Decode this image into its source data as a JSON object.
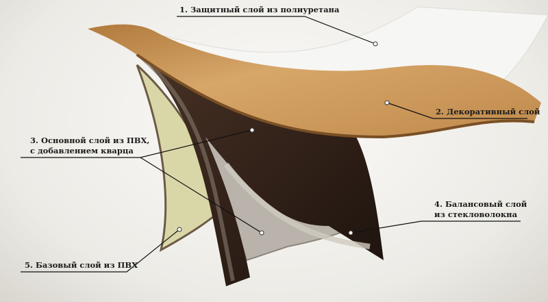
{
  "diagram": {
    "labels": {
      "layer1": "1. Защитный слой из полиуретана",
      "layer2": "2. Декоративный слой",
      "layer3_line1": "3. Основной слой из ПВХ,",
      "layer3_line2": "с добавлением кварца",
      "layer4_line1": "4. Балансовый слой",
      "layer4_line2": "из стекловолокна",
      "layer5": "5. Базовый слой из ПВХ"
    },
    "colors": {
      "wood": "#c8924f",
      "polyurethane": "#f4f4f2",
      "core": "#2e1e16",
      "fiberglass": "#b9b3ab",
      "base": "#d9d7a8"
    }
  }
}
